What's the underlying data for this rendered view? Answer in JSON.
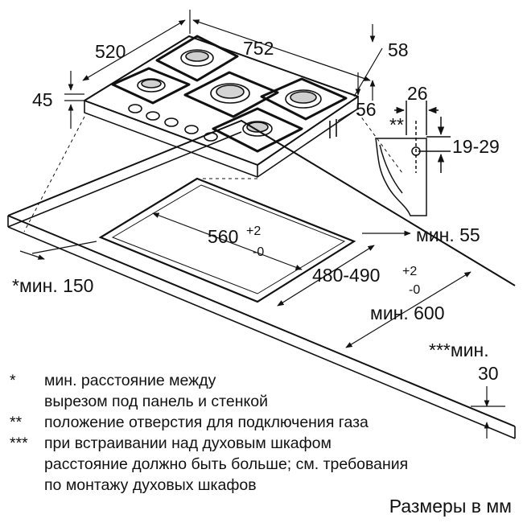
{
  "dimensions": {
    "width_top": "520",
    "depth_top": "752",
    "d58": "58",
    "d45": "45",
    "d56": "56",
    "d26": "26",
    "range_19_29": "19-29",
    "double_star": "**",
    "cutout_width": "560",
    "cutout_width_tol_plus": "+2",
    "cutout_width_tol_minus": "-0",
    "cutout_depth": "480-490",
    "cutout_depth_tol_plus": "+2",
    "cutout_depth_tol_minus": "-0",
    "min55": "мин. 55",
    "min150": "*мин. 150",
    "min600": "мин. 600",
    "min_oven": "***мин.",
    "min_oven_value": "30"
  },
  "notes": [
    {
      "marker": "*",
      "lines": [
        "мин. расстояние между",
        "вырезом под панель и стенкой"
      ]
    },
    {
      "marker": "**",
      "lines": [
        "положение отверстия для подключения газа"
      ]
    },
    {
      "marker": "***",
      "lines": [
        "при встраивании над духовым шкафом",
        "расстояние должно быть больше; см. требования",
        "по монтажу духовых шкафов"
      ]
    }
  ],
  "units_label": "Размеры в мм"
}
